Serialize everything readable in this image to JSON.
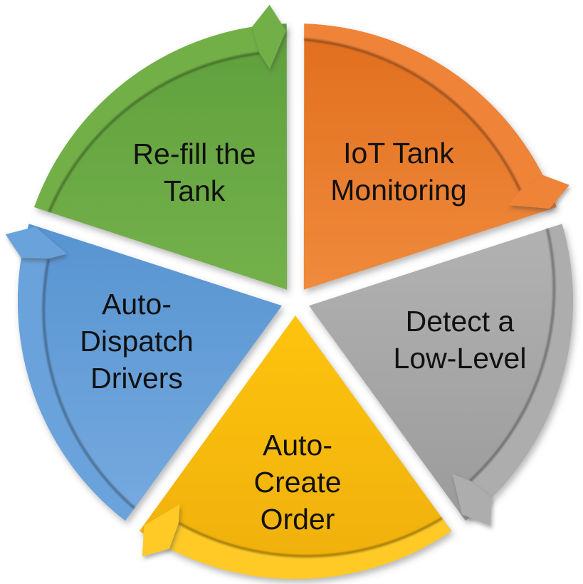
{
  "diagram": {
    "type": "cycle",
    "flow_direction": "clockwise",
    "background": "#FFFFFF",
    "text_color": "#111111",
    "segments": [
      {
        "id": "iot-tank-monitoring",
        "label": "IoT Tank Monitoring",
        "lines": [
          "IoT Tank",
          "Monitoring"
        ],
        "color": "#ED7D31",
        "gradient_top": "#E06E1E",
        "gradient_bottom": "#F08A3C",
        "band_color": "#EF8339",
        "position": "top-right"
      },
      {
        "id": "detect-a-low-level",
        "label": "Detect a Low-Level",
        "lines": [
          "Detect a",
          "Low-Level"
        ],
        "color": "#A5A5A5",
        "gradient_top": "#B2B2B2",
        "gradient_bottom": "#9B9B9B",
        "band_color": "#ADADAD",
        "position": "right"
      },
      {
        "id": "auto-create-order",
        "label": "Auto-Create Order",
        "lines": [
          "Auto-",
          "Create",
          "Order"
        ],
        "color": "#FFC000",
        "gradient_top": "#FDC411",
        "gradient_bottom": "#EFAF06",
        "band_color": "#FFCA28",
        "position": "bottom"
      },
      {
        "id": "auto-dispatch-drivers",
        "label": "Auto-Dispatch Drivers",
        "lines": [
          "Auto-",
          "Dispatch",
          "Drivers"
        ],
        "color": "#5B9BD5",
        "gradient_top": "#5794D1",
        "gradient_bottom": "#76AADF",
        "band_color": "#6BA3DB",
        "position": "left"
      },
      {
        "id": "re-fill-the-tank",
        "label": "Re-fill the Tank",
        "lines": [
          "Re-fill the",
          "Tank"
        ],
        "color": "#70AD47",
        "gradient_top": "#5F9F3C",
        "gradient_bottom": "#74B14B",
        "band_color": "#72B047",
        "position": "top-left"
      }
    ]
  }
}
